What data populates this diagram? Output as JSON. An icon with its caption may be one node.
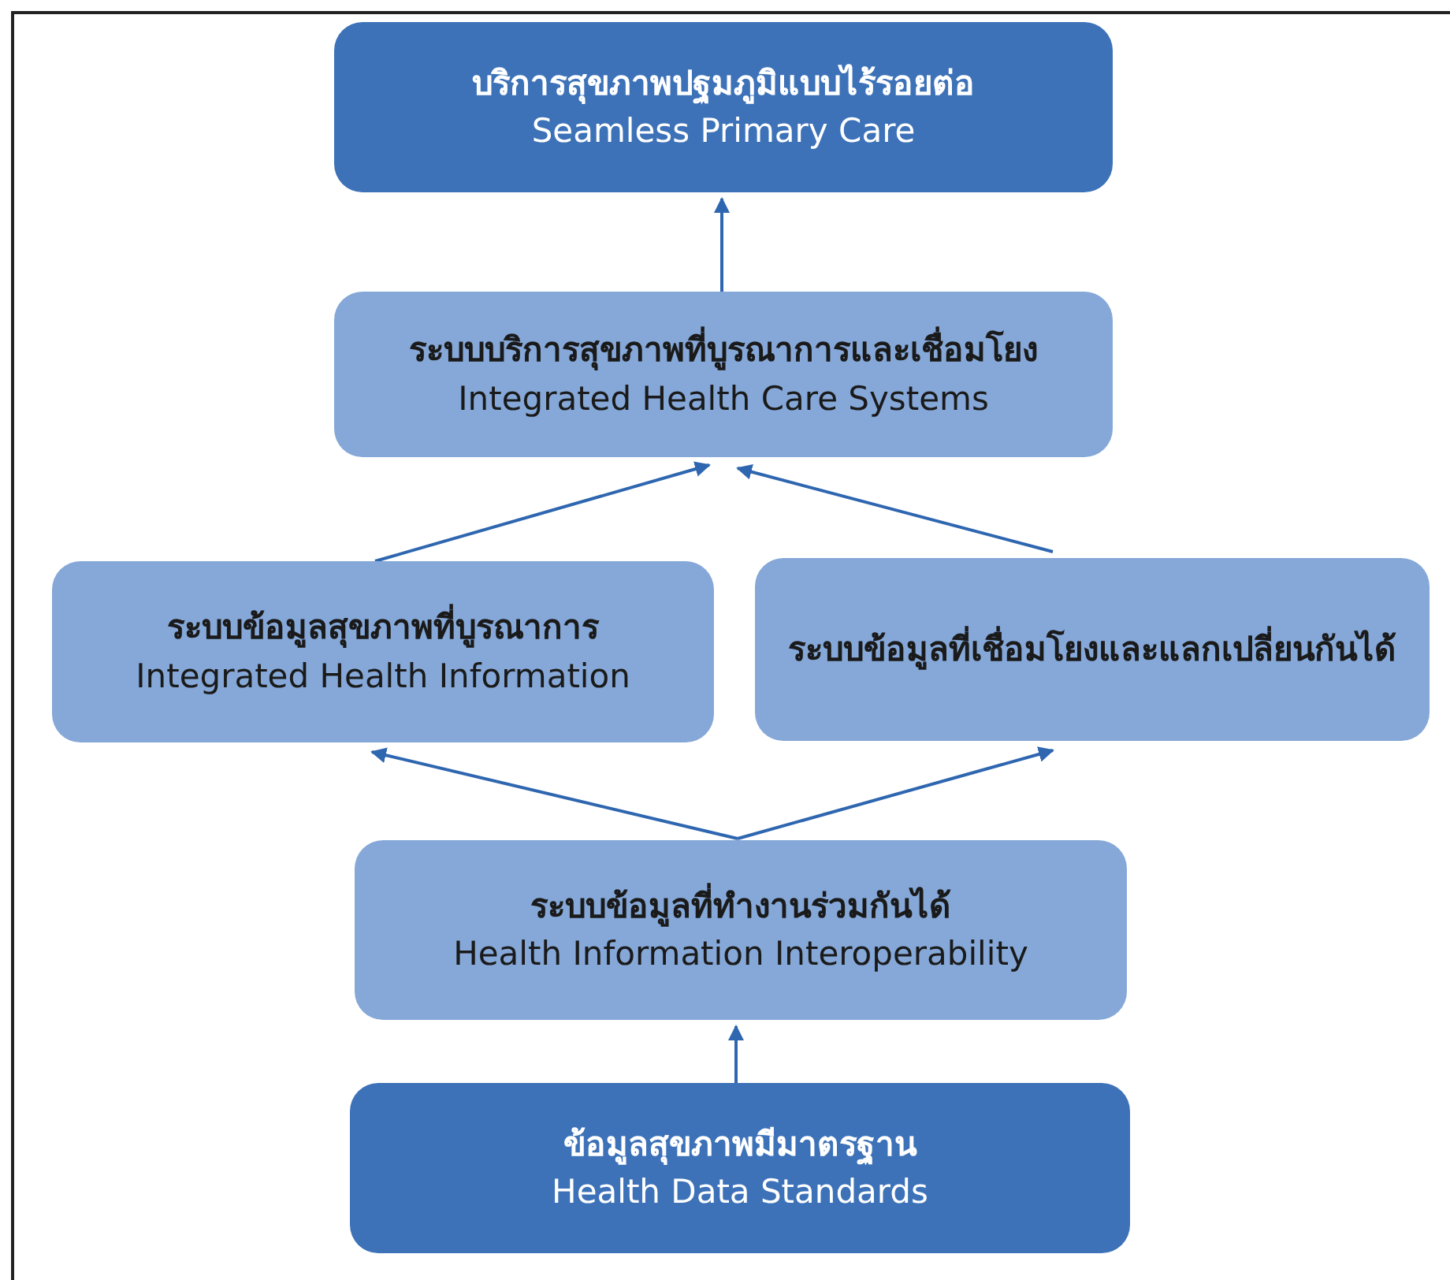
{
  "diagram": {
    "nodes": [
      {
        "text": [
          "บริการสุขภาพปฐมภูมิแบบไร้รอยต่อ",
          "Seamless Primary Care"
        ]
      },
      {
        "text": [
          "ระบบบริการสุขภาพที่บูรณาการและเชื่อมโยง",
          "Integrated Health Care Systems"
        ]
      },
      {
        "text": [
          "ระบบข้อมูลสุขภาพที่บูรณาการ",
          "Integrated Health Information"
        ]
      },
      {
        "text": [
          "ระบบข้อมูลที่เชื่อมโยงและแลกเปลี่ยนกันได้"
        ]
      },
      {
        "text": [
          "ระบบข้อมูลที่ทำงานร่วมกันได้",
          "Health Information Interoperability"
        ]
      },
      {
        "text": [
          "ข้อมูลสุขภาพมีมาตรฐาน",
          "Health Data Standards"
        ]
      }
    ],
    "edges": [
      {
        "from": 1,
        "to": 0,
        "arrow": "to"
      },
      {
        "from": 2,
        "to": 1,
        "arrow": "to"
      },
      {
        "from": 3,
        "to": 1,
        "arrow": "to"
      },
      {
        "from": 4,
        "to": 2,
        "arrow": "to"
      },
      {
        "from": 4,
        "to": 3,
        "arrow": "to"
      },
      {
        "from": 5,
        "to": 4,
        "arrow": "to"
      }
    ]
  }
}
